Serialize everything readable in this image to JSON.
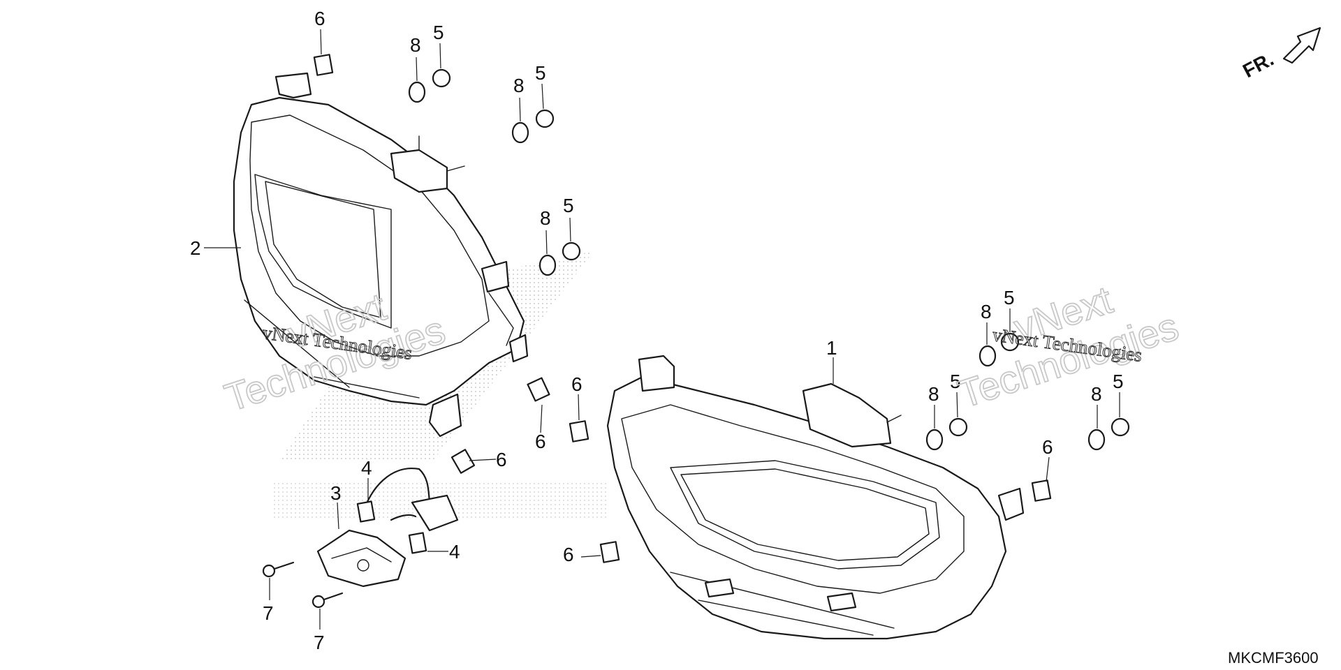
{
  "diagram": {
    "callouts": [
      "6",
      "8",
      "5",
      "8",
      "5",
      "8",
      "5",
      "2",
      "1",
      "8",
      "5",
      "8",
      "5",
      "8",
      "5",
      "6",
      "6",
      "6",
      "6",
      "4",
      "3",
      "4",
      "7",
      "7",
      "6"
    ],
    "direction_label": "FR.",
    "diagram_code": "MKCMF3600",
    "watermarks": {
      "left_small": "vNext Technologies",
      "left_big_1": "vNext",
      "left_big_2": "Technologies",
      "right_small": "vNext Technologies",
      "right_big_1": "vNext",
      "right_big_2": "Technologies"
    }
  }
}
